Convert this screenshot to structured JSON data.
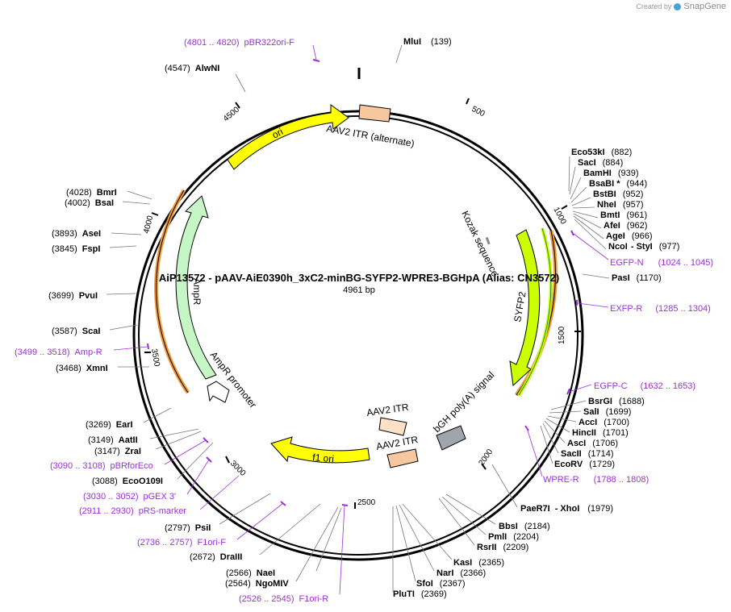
{
  "credit": {
    "created_by": "Created by",
    "brand": "SnapGene"
  },
  "plasmid": {
    "name": "AiP13572 - pAAV-AiE0390h_3xC2-minBG-SYFP2-WPRE3-BGHpA (Alias: CN3572)",
    "size_text": "4961 bp",
    "length": 4961
  },
  "ticks": [
    "500",
    "1000",
    "1500",
    "2000",
    "2500",
    "3000",
    "3500",
    "4000",
    "4500"
  ],
  "enzymes": [
    {
      "name": "MluI",
      "pos": "(139)"
    },
    {
      "name": "Eco53kI",
      "pos": "(882)"
    },
    {
      "name": "SacI",
      "pos": "(884)"
    },
    {
      "name": "BamHI",
      "pos": "(939)"
    },
    {
      "name": "BsaBI *",
      "pos": "(944)"
    },
    {
      "name": "BstBI",
      "pos": "(952)"
    },
    {
      "name": "NheI",
      "pos": "(957)"
    },
    {
      "name": "BmtI",
      "pos": "(961)"
    },
    {
      "name": "AfeI",
      "pos": "(962)"
    },
    {
      "name": "AgeI",
      "pos": "(966)"
    },
    {
      "name": "NcoI",
      "pos": "(977)",
      "extra": "- StyI"
    },
    {
      "name": "PasI",
      "pos": "(1170)"
    },
    {
      "name": "BsrGI",
      "pos": "(1688)"
    },
    {
      "name": "SalI",
      "pos": "(1699)"
    },
    {
      "name": "AccI",
      "pos": "(1700)"
    },
    {
      "name": "HincII",
      "pos": "(1701)"
    },
    {
      "name": "AscI",
      "pos": "(1706)"
    },
    {
      "name": "SacII",
      "pos": "(1714)"
    },
    {
      "name": "EcoRV",
      "pos": "(1729)"
    },
    {
      "name": "PaeR7I",
      "pos": "(1979)",
      "extra": "- XhoI"
    },
    {
      "name": "BbsI",
      "pos": "(2184)"
    },
    {
      "name": "PmlI",
      "pos": "(2204)"
    },
    {
      "name": "RsrII",
      "pos": "(2209)"
    },
    {
      "name": "KasI",
      "pos": "(2365)"
    },
    {
      "name": "NarI",
      "pos": "(2366)"
    },
    {
      "name": "SfoI",
      "pos": "(2367)"
    },
    {
      "name": "PluTI",
      "pos": "(2369)"
    },
    {
      "name": "NaeI",
      "pos": "(2566)"
    },
    {
      "name": "NgoMIV",
      "pos": "(2564)"
    },
    {
      "name": "DraIII",
      "pos": "(2672)"
    },
    {
      "name": "PsiI",
      "pos": "(2797)"
    },
    {
      "name": "EcoO109I",
      "pos": "(3088)"
    },
    {
      "name": "ZraI",
      "pos": "(3147)"
    },
    {
      "name": "AatII",
      "pos": "(3149)"
    },
    {
      "name": "EarI",
      "pos": "(3269)"
    },
    {
      "name": "XmnI",
      "pos": "(3468)"
    },
    {
      "name": "ScaI",
      "pos": "(3587)"
    },
    {
      "name": "PvuI",
      "pos": "(3699)"
    },
    {
      "name": "FspI",
      "pos": "(3845)"
    },
    {
      "name": "AseI",
      "pos": "(3893)"
    },
    {
      "name": "BsaI",
      "pos": "(4002)"
    },
    {
      "name": "BmrI",
      "pos": "(4028)"
    },
    {
      "name": "AlwNI",
      "pos": "(4547)"
    }
  ],
  "primers": [
    {
      "name": "pBR322ori-F",
      "range": "(4801 .. 4820)"
    },
    {
      "name": "EGFP-N",
      "range": "(1024 .. 1045)"
    },
    {
      "name": "EXFP-R",
      "range": "(1285 .. 1304)"
    },
    {
      "name": "EGFP-C",
      "range": "(1632 .. 1653)"
    },
    {
      "name": "WPRE-R",
      "range": "(1788 .. 1808)"
    },
    {
      "name": "F1ori-R",
      "range": "(2526 .. 2545)"
    },
    {
      "name": "F1ori-F",
      "range": "(2736 .. 2757)"
    },
    {
      "name": "pRS-marker",
      "range": "(2911 .. 2930)"
    },
    {
      "name": "pGEX 3'",
      "range": "(3030 .. 3052)"
    },
    {
      "name": "pBRforEco",
      "range": "(3090 .. 3108)"
    },
    {
      "name": "Amp-R",
      "range": "(3499 .. 3518)"
    }
  ],
  "features": {
    "aav2_itr_alt": "AAV2 ITR (alternate)",
    "ori": "ori",
    "ampr": "AmpR",
    "ampr_promoter": "AmpR promoter",
    "kozak": "Kozak sequence",
    "syfp2": "SYFP2",
    "bgh": "bGH poly(A) signal",
    "aav2_itr_1": "AAV2 ITR",
    "aav2_itr_2": "AAV2 ITR",
    "f1_ori": "f1 ori"
  },
  "colors": {
    "backbone": "#000000",
    "ori": "#ffff00",
    "itr": "#f7c8a0",
    "ampr": "#c6f5c6",
    "syfp2": "#ccff00",
    "wpre": "#ee9a3a",
    "bgh": "#a0a4ac",
    "primer": "#9b30d9"
  }
}
